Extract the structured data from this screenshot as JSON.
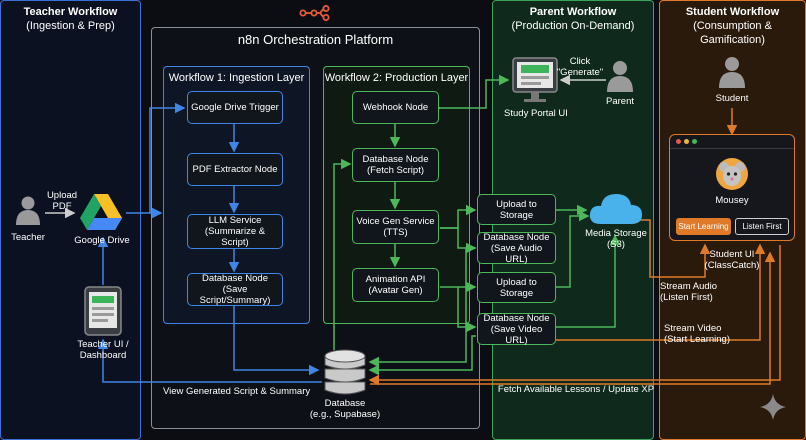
{
  "panels": {
    "teacher": {
      "title": "Teacher Workflow",
      "subtitle": "(Ingestion & Prep)"
    },
    "n8n": {
      "title": "n8n Orchestration Platform"
    },
    "parent": {
      "title": "Parent Workflow",
      "subtitle": "(Production On-Demand)"
    },
    "student": {
      "title": "Student Workflow",
      "subtitle": "(Consumption & Gamification)"
    }
  },
  "workflow1": {
    "title": "Workflow 1: Ingestion Layer",
    "nodes": [
      "Google Drive Trigger",
      "PDF Extractor Node",
      "LLM Service\n(Summarize & Script)",
      "Database Node\n(Save Script/Summary)"
    ]
  },
  "workflow2": {
    "title": "Workflow 2: Production Layer",
    "nodes": [
      "Webhook Node",
      "Database Node\n(Fetch Script)",
      "Voice Gen Service\n(TTS)",
      "Animation API\n(Avatar Gen)"
    ]
  },
  "output_nodes": [
    "Upload to\nStorage",
    "Database Node\n(Save Audio URL)",
    "Upload to\nStorage",
    "Database Node\n(Save Video URL)"
  ],
  "labels": {
    "teacher": "Teacher",
    "upload_pdf": "Upload\nPDF",
    "google_drive": "Google Drive",
    "teacher_ui": "Teacher UI /\nDashboard",
    "view_script": "View Generated Script & Summary",
    "database": "Database\n(e.g., Supabase)",
    "study_portal": "Study Portal UI",
    "click_generate": "Click\n\"Generate\"",
    "parent": "Parent",
    "media_storage": "Media Storage\n(S3)",
    "fetch_lessons": "Fetch Available Lessons / Update XP",
    "student": "Student",
    "mousey": "Mousey",
    "start_learning": "Start Learning",
    "listen_first": "Listen First",
    "student_ui": "Student UI\n(ClassCatch)",
    "stream_audio": "Stream Audio\n(Listen First)",
    "stream_video": "Stream Video\n(Start Learning)"
  },
  "colors": {
    "teacher_border": "#3a6fd8",
    "n8n_border": "#8a8f99",
    "workflow1_border": "#3f86e6",
    "workflow2_border": "#4cb85a",
    "parent_bg": "#0f2a1c",
    "parent_border": "#3aa45a",
    "student_bg": "#2a1a0c",
    "student_border": "#e07a28",
    "n8n_logo": "#ea5a3c"
  }
}
